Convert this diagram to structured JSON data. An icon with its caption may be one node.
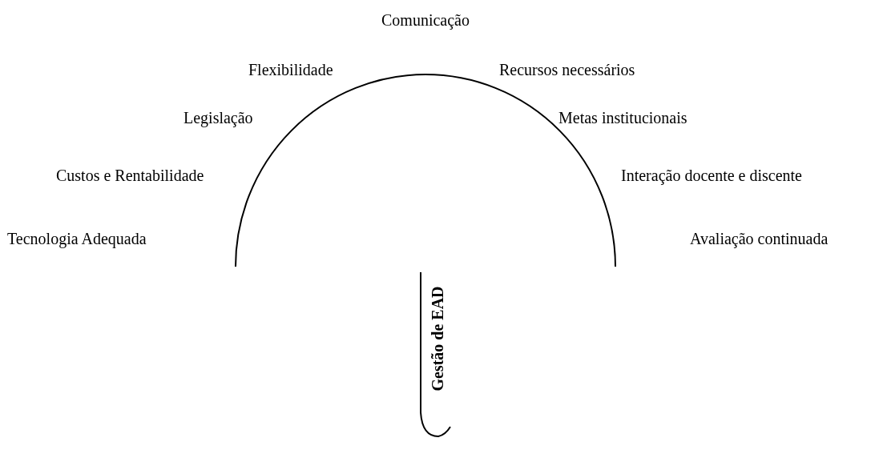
{
  "diagram": {
    "labels": [
      "Comunicação",
      "Flexibilidade",
      "Recursos necessários",
      "Legislação",
      "Metas institucionais",
      "Custos e Rentabilidade",
      "Interação docente e discente",
      "Tecnologia Adequada",
      "Avaliação continuada",
      "Gestão de EAD"
    ]
  }
}
